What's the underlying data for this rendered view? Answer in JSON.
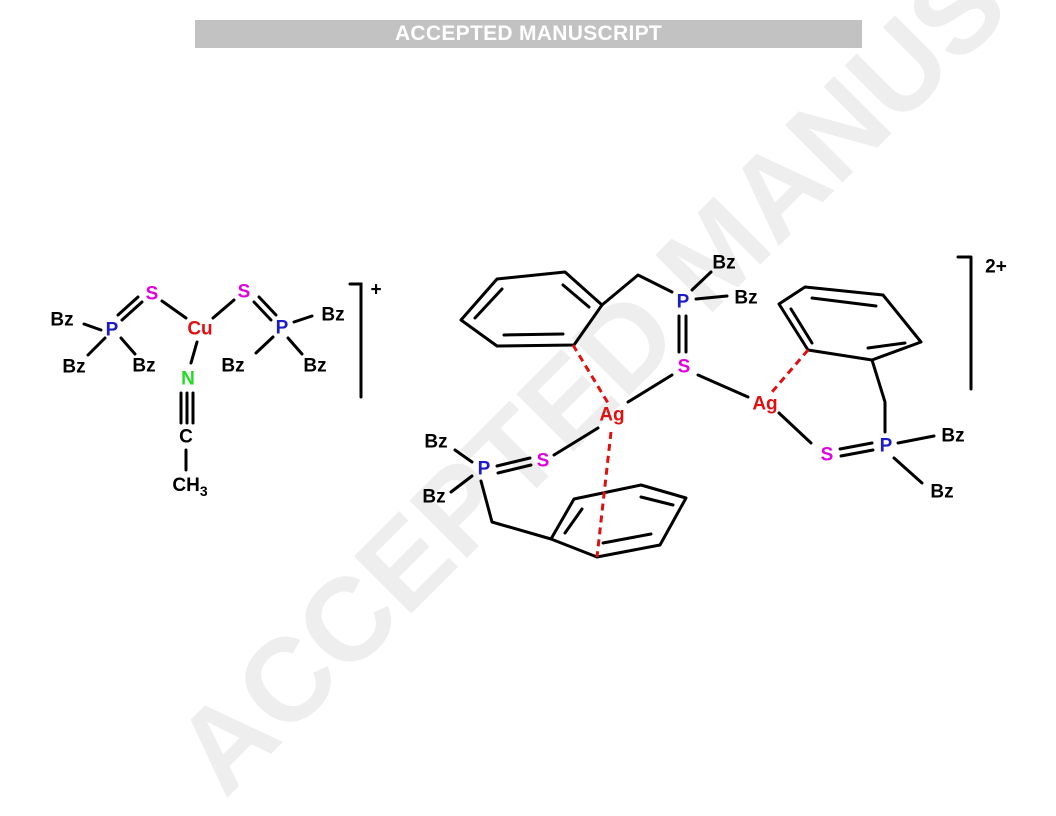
{
  "banner": {
    "text": "ACCEPTED MANUSCRIPT"
  },
  "watermark": {
    "text": "ACCEPTED MANUSCRIPT"
  },
  "colors": {
    "phosphorus": "#1c1cc8",
    "sulfur": "#e000e0",
    "metal": "#e01010",
    "nitrogen": "#22dd22",
    "bond": "#000000",
    "contact": "#e01010",
    "banner_bg": "#c2c2c2"
  },
  "complex1": {
    "labels": {
      "bz1": "Bz",
      "bz2": "Bz",
      "bz3": "Bz",
      "bz4": "Bz",
      "bz5": "Bz",
      "bz6": "Bz",
      "p_left": "P",
      "p_right": "P",
      "s_left": "S",
      "s_right": "S",
      "metal": "Cu",
      "nitrogen": "N",
      "carbon": "C",
      "methyl_c": "CH",
      "methyl_sub": "3"
    },
    "charge": "+"
  },
  "complex2": {
    "labels": {
      "bz_top1": "Bz",
      "bz_top2": "Bz",
      "bz_left1": "Bz",
      "bz_left2": "Bz",
      "bz_right1": "Bz",
      "bz_right2": "Bz",
      "p_top": "P",
      "p_left": "P",
      "p_right": "P",
      "s_center": "S",
      "s_left": "S",
      "s_right": "S",
      "ag_left": "Ag",
      "ag_right": "Ag"
    },
    "charge": "2+"
  }
}
